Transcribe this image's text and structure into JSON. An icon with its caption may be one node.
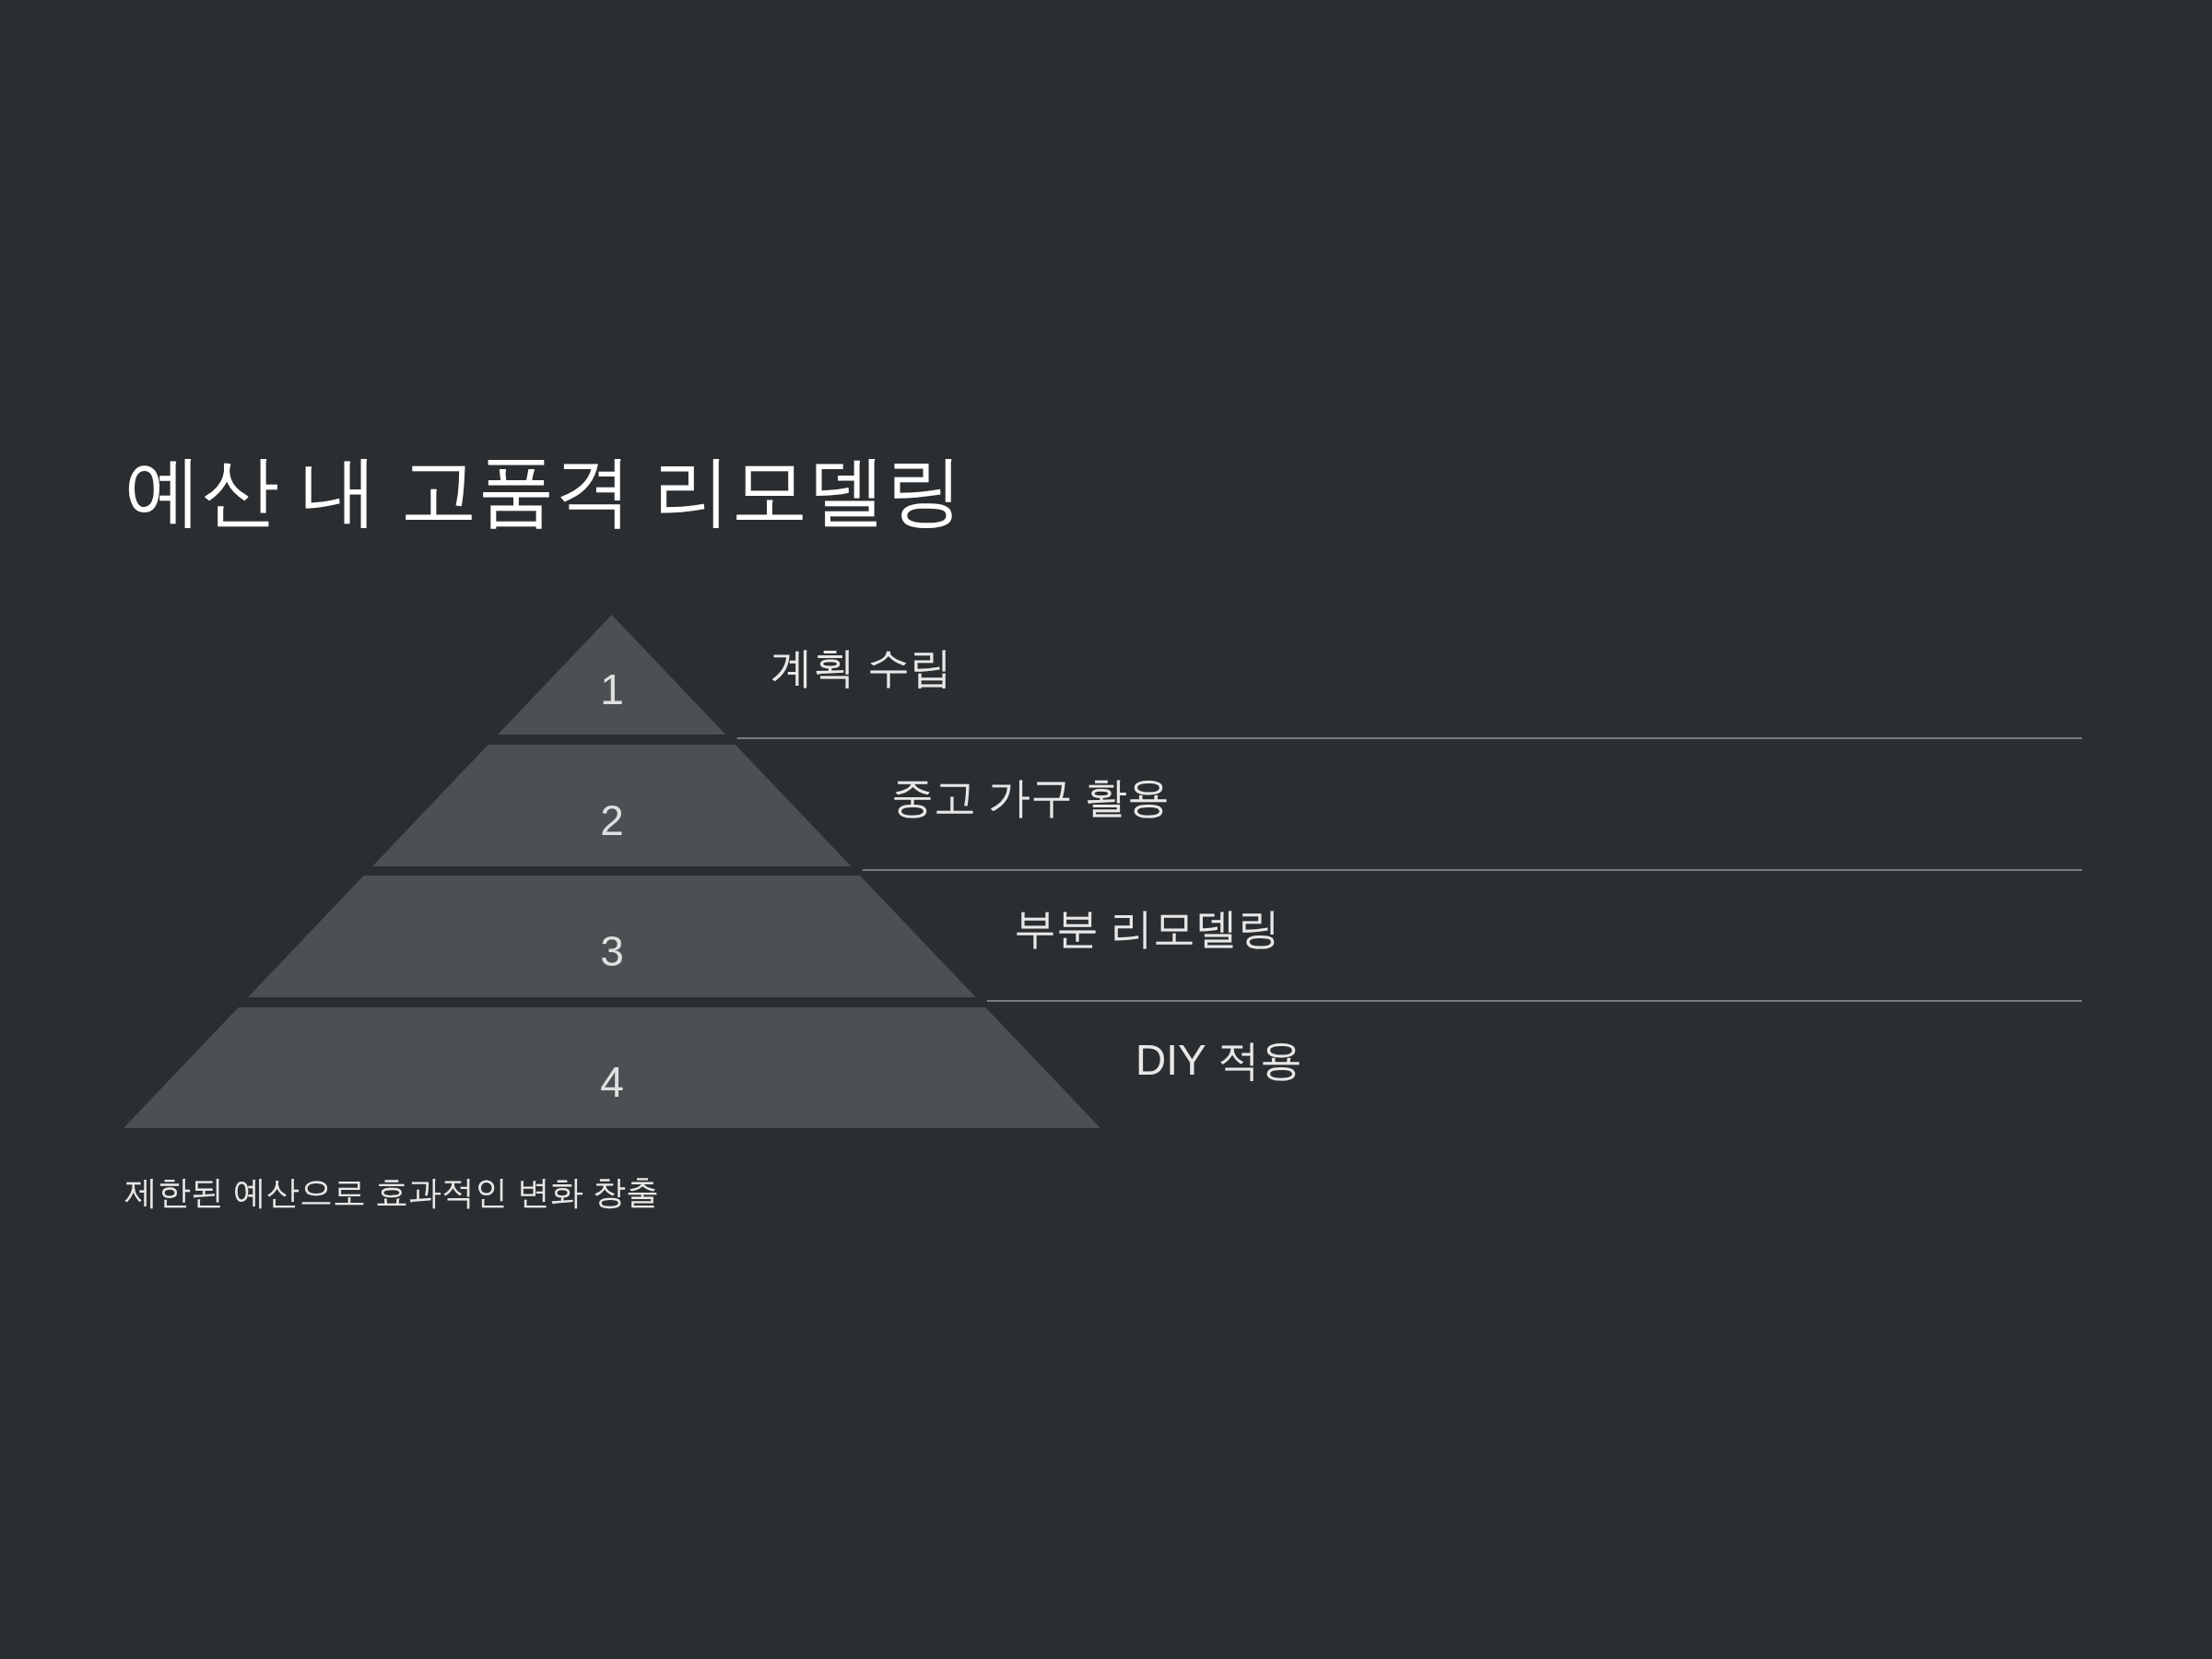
{
  "diagram": {
    "title": "예산 내 고품격 리모델링",
    "caption": "제한된 예산으로 효과적인 변화 창출",
    "nodes": [
      {
        "text": [
          "1"
        ],
        "beside": [
          "계획 수립"
        ]
      },
      {
        "text": [
          "2"
        ],
        "beside": [
          "중고 가구 활용"
        ]
      },
      {
        "text": [
          "3"
        ],
        "beside": [
          "부분 리모델링"
        ]
      },
      {
        "text": [
          "4"
        ],
        "beside": [
          "DIY 적용"
        ]
      }
    ]
  }
}
